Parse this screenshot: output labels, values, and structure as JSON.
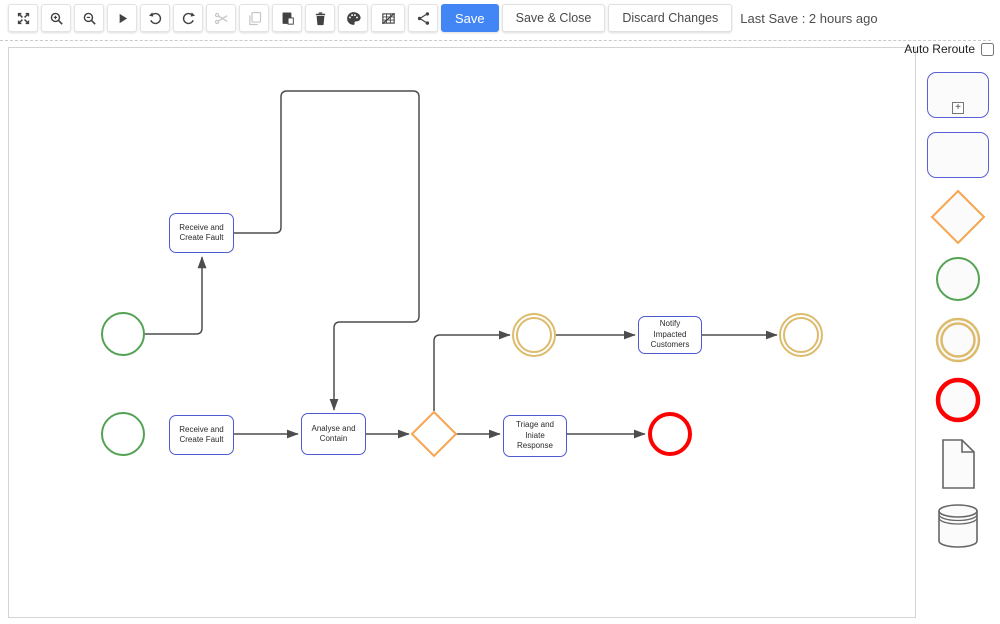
{
  "toolbar": {
    "icon_buttons": [
      {
        "name": "fit-to-screen",
        "enabled": true
      },
      {
        "name": "zoom-in",
        "enabled": true
      },
      {
        "name": "zoom-out",
        "enabled": true
      },
      {
        "name": "play",
        "enabled": true
      },
      {
        "name": "undo",
        "enabled": true
      },
      {
        "name": "redo",
        "enabled": true
      },
      {
        "name": "cut",
        "enabled": false
      },
      {
        "name": "copy",
        "enabled": false
      },
      {
        "name": "paste",
        "enabled": true
      },
      {
        "name": "delete",
        "enabled": true
      },
      {
        "name": "style-palette",
        "enabled": true
      },
      {
        "name": "toggle-grid",
        "enabled": true
      },
      {
        "name": "share",
        "enabled": true
      }
    ],
    "save_label": "Save",
    "save_and_close_label": "Save & Close",
    "discard_label": "Discard Changes",
    "last_save_text": "Last Save : 2 hours ago"
  },
  "sidebar": {
    "auto_reroute_label": "Auto Reroute",
    "auto_reroute_checked": false,
    "palette_items": [
      "subprocess",
      "task",
      "gateway",
      "start-event",
      "intermediate-event",
      "end-event",
      "document",
      "datastore"
    ]
  },
  "diagram": {
    "nodes": {
      "task_top": "Receive and Create Fault",
      "task_bottom": "Receive and Create Fault",
      "analyse": "Analyse and Contain",
      "triage": "Triage and Iniate Response",
      "notify": "Notify Impacted Customers"
    }
  },
  "colors": {
    "accent_blue": "#4285F4",
    "node_border": "#4C5BD0",
    "start_event_green": "#54A254",
    "intermediate_event_gold": "#DDBB6C",
    "end_event_red": "#FF0000",
    "gateway_orange": "#F7A64F",
    "connector_gray": "#4D4D4D"
  }
}
